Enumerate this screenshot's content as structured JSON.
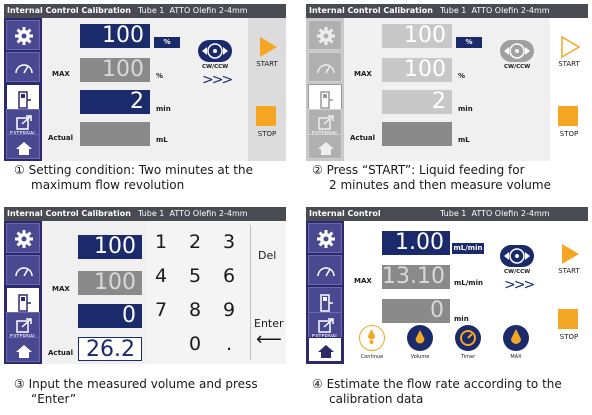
{
  "panel1": {
    "title": "Internal Control Calibration",
    "tube": "Tube 1",
    "tubing": "ATTO Olefin 2-4mm",
    "flow_value": "100",
    "flow_unit": "%",
    "max_label": "MAX",
    "max_value": "100",
    "max_unit": "%",
    "time_value": "2",
    "time_unit": "min",
    "actual_label": "Actual",
    "actual_unit": "mL",
    "cw_label": "CW/CCW",
    "chevrons": ">>>",
    "start_label": "START",
    "stop_label": "STOP",
    "external_label": "EXTERNAL",
    "caption_line1": "① Setting condition: Two minutes at the",
    "caption_line2": "maximum flow revolution"
  },
  "panel2": {
    "title": "Internal Control Calibration",
    "tube": "Tube 1",
    "tubing": "ATTO Olefin 2-4mm",
    "flow_value": "100",
    "flow_unit": "%",
    "max_label": "MAX",
    "max_value": "100",
    "max_unit": "%",
    "time_value": "2",
    "time_unit": "min",
    "actual_label": "Actual",
    "actual_unit": "mL",
    "cw_label": "CW/CCW",
    "start_label": "START",
    "stop_label": "STOP",
    "external_label": "EXTERNAL",
    "caption_line1": "② Press “START”: Liquid feeding for",
    "caption_line2": "2 minutes and then measure volume"
  },
  "panel3": {
    "title": "Internal Control Calibration",
    "tube": "Tube 1",
    "tubing": "ATTO Olefin 2-4mm",
    "flow_value": "100",
    "max_label": "MAX",
    "max_value": "100",
    "time_value": "0",
    "actual_label": "Actual",
    "actual_value": "26.2",
    "external_label": "EXTERNAL",
    "keys": [
      "1",
      "2",
      "3",
      "4",
      "5",
      "6",
      "7",
      "8",
      "9",
      "0",
      "."
    ],
    "del_label": "Del",
    "enter_label": "Enter",
    "enter_arrow": "⟵",
    "caption_line1": "③ Input the measured volume and press",
    "caption_line2": "“Enter”"
  },
  "panel4": {
    "title": "Internal Control",
    "tube": "Tube 1",
    "tubing": "ATTO Olefin 2-4mm",
    "flow_value": "1.00",
    "flow_unit": "mL/min",
    "max_label": "MAX",
    "max_value": "13.10",
    "max_unit": "mL/min",
    "time_value": "0",
    "time_unit": "min",
    "cw_label": "CW/CCW",
    "chevrons": ">>>",
    "start_label": "START",
    "stop_label": "STOP",
    "external_label": "EXTERNAL",
    "modes": [
      "Continue",
      "Volume",
      "Timer",
      "MAX"
    ],
    "caption_line1": "④ Estimate the flow rate according to the",
    "caption_line2": "calibration data"
  },
  "colors": {
    "navy": "#1a2a6a",
    "sidebar": "#2c2a6b",
    "start_orange": "#f5a623",
    "stop_orange": "#f5a623"
  }
}
